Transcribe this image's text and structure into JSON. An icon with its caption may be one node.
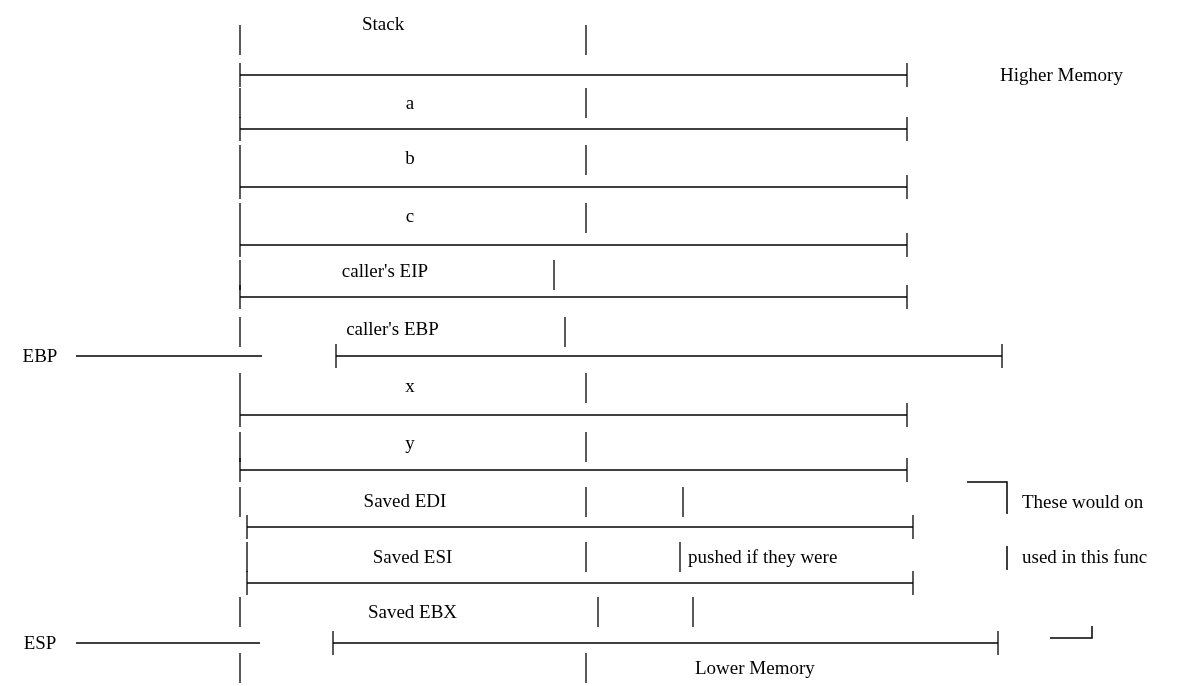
{
  "diagram": {
    "nodes": [
      {
        "text": [
          "a"
        ]
      },
      {
        "text": [
          "b"
        ]
      },
      {
        "text": [
          "c"
        ]
      },
      {
        "text": [
          "caller's EIP"
        ]
      },
      {
        "text": [
          "caller's EBP"
        ]
      },
      {
        "text": [
          "EBP"
        ]
      },
      {
        "text": [
          "x"
        ]
      },
      {
        "text": [
          "y"
        ]
      },
      {
        "text": [
          "Saved EDI"
        ]
      },
      {
        "text": [
          "Saved ESI"
        ]
      },
      {
        "text": [
          "Saved EBX"
        ]
      },
      {
        "text": [
          "ESP"
        ]
      }
    ],
    "edges": [
      {
        "from": 5,
        "to": null,
        "arrow": "none"
      },
      {
        "from": 11,
        "to": null,
        "arrow": "none"
      }
    ],
    "labels": [
      "Stack",
      "Higher Memory",
      "These would on",
      "pushed if they were",
      "used in this func",
      "Lower Memory"
    ]
  }
}
